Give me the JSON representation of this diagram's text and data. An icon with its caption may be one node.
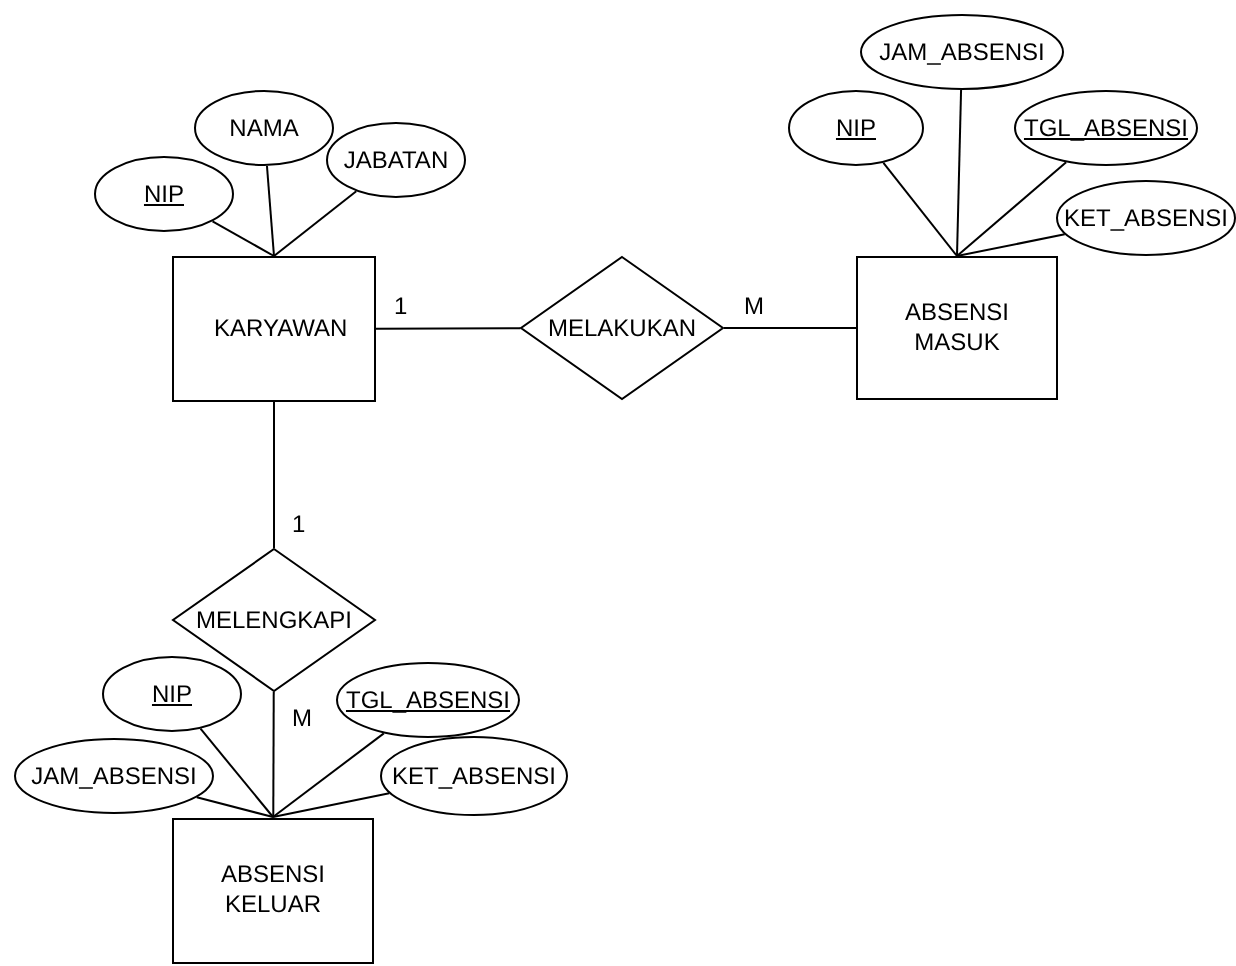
{
  "diagram": {
    "nodes": [
      {
        "text": [
          "KARYAWAN"
        ]
      },
      {
        "text": [
          "NIP"
        ]
      },
      {
        "text": [
          "NAMA"
        ]
      },
      {
        "text": [
          "JABATAN"
        ]
      },
      {
        "text": [
          "MELAKUKAN"
        ]
      },
      {
        "text": [
          "ABSENSI MASUK"
        ]
      },
      {
        "text": [
          "NIP"
        ]
      },
      {
        "text": [
          "JAM_ABSENSI"
        ]
      },
      {
        "text": [
          "TGL_ABSENSI"
        ]
      },
      {
        "text": [
          "KET_ABSENSI"
        ]
      },
      {
        "text": [
          "MELENGKAPI"
        ]
      },
      {
        "text": [
          "ABSENSI KELUAR"
        ]
      },
      {
        "text": [
          "NIP"
        ]
      },
      {
        "text": [
          "JAM_ABSENSI"
        ]
      },
      {
        "text": [
          "TGL_ABSENSI"
        ]
      },
      {
        "text": [
          "KET_ABSENSI"
        ]
      }
    ],
    "edges": [
      {
        "from": 1,
        "to": 0,
        "arrow": "none"
      },
      {
        "from": 2,
        "to": 0,
        "arrow": "none"
      },
      {
        "from": 3,
        "to": 0,
        "arrow": "none"
      },
      {
        "from": 0,
        "to": 4,
        "arrow": "none",
        "label": "1"
      },
      {
        "from": 4,
        "to": 5,
        "arrow": "none",
        "label": "M"
      },
      {
        "from": 6,
        "to": 5,
        "arrow": "none"
      },
      {
        "from": 7,
        "to": 5,
        "arrow": "none"
      },
      {
        "from": 8,
        "to": 5,
        "arrow": "none"
      },
      {
        "from": 9,
        "to": 5,
        "arrow": "none"
      },
      {
        "from": 0,
        "to": 10,
        "arrow": "none",
        "label": "1"
      },
      {
        "from": 10,
        "to": 11,
        "arrow": "none",
        "label": "M"
      },
      {
        "from": 12,
        "to": 11,
        "arrow": "none"
      },
      {
        "from": 13,
        "to": 11,
        "arrow": "none"
      },
      {
        "from": 14,
        "to": 11,
        "arrow": "none"
      },
      {
        "from": 15,
        "to": 11,
        "arrow": "none"
      }
    ]
  }
}
